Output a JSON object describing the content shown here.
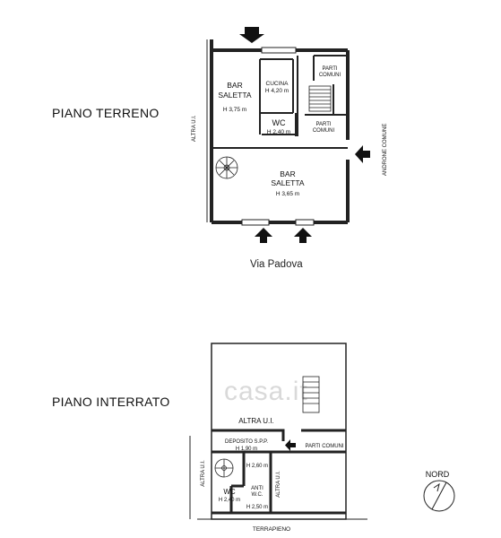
{
  "watermark": "casa.it",
  "ground_floor": {
    "title": "PIANO TERRENO",
    "street": "Via Padova",
    "side_left": "ALTRA U.I.",
    "side_right": "ANDRONE COMUNE",
    "rooms": {
      "bar_saletta_top_line1": "BAR",
      "bar_saletta_top_line2": "SALETTA",
      "bar_saletta_top_height": "H 3,75 m",
      "cucina": "CUCINA",
      "cucina_height": "H 4,20 m",
      "wc": "WC",
      "wc_height": "H 2,40 m",
      "parti_comuni_top_line1": "PARTI",
      "parti_comuni_top_line2": "COMUNI",
      "parti_comuni_mid_line1": "PARTI",
      "parti_comuni_mid_line2": "COMUNI",
      "bar_saletta_main_line1": "BAR",
      "bar_saletta_main_line2": "SALETTA",
      "bar_saletta_main_height": "H 3,65 m"
    }
  },
  "basement": {
    "title": "PIANO INTERRATO",
    "top_label": "ALTRA U.I.",
    "left_label": "ALTRA U.I.",
    "inner_label": "ALTRA U.I.",
    "deposito": "DEPOSITO S.P.P.",
    "deposito_height": "H 1,90 m",
    "parti_comuni": "PARTI COMUNI",
    "stair_height": "H 2,60 m",
    "anti_wc_line1": "ANTI",
    "anti_wc_line2": "W.C.",
    "wc": "WC",
    "wc_height": "H 2,40 m",
    "corridor_height": "H 2,50 m",
    "bottom_label": "TERRAPIENO"
  },
  "compass": {
    "label": "NORD"
  }
}
